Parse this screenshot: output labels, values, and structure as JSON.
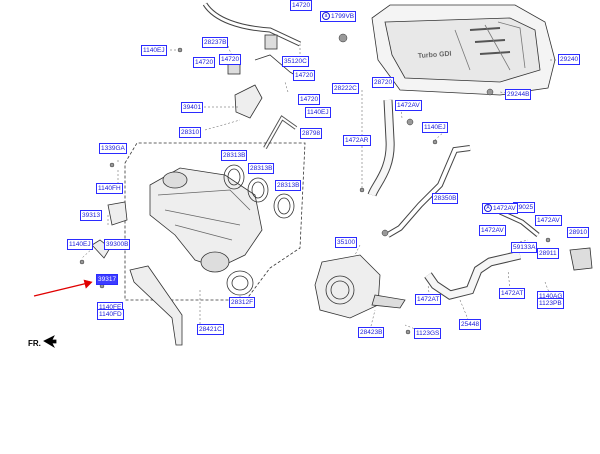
{
  "diagram": {
    "front_marker": "FR.",
    "accent_color": "#2b2bff",
    "highlight_color": "#3d3dff",
    "arrow_color": "#e00000",
    "labels": [
      {
        "id": "l1472b",
        "text": "14720"
      },
      {
        "id": "l1799",
        "text": "1799VB",
        "circle": "a"
      },
      {
        "id": "l28237",
        "text": "28237B"
      },
      {
        "id": "l1140ea",
        "text": "1140EJ"
      },
      {
        "id": "l1472c",
        "text": "14720"
      },
      {
        "id": "l1472d",
        "text": "14720"
      },
      {
        "id": "l35120",
        "text": "35120C"
      },
      {
        "id": "l29240",
        "text": "29240"
      },
      {
        "id": "l1472e",
        "text": "14720"
      },
      {
        "id": "l28222",
        "text": "28222C"
      },
      {
        "id": "l28720",
        "text": "28720"
      },
      {
        "id": "l29244",
        "text": "29244B"
      },
      {
        "id": "l1472f",
        "text": "14720"
      },
      {
        "id": "l1472av1",
        "text": "1472AV"
      },
      {
        "id": "l39401",
        "text": "39401"
      },
      {
        "id": "l1140eb",
        "text": "1140EJ"
      },
      {
        "id": "l1140ec",
        "text": "1140EJ"
      },
      {
        "id": "l28310",
        "text": "28310"
      },
      {
        "id": "l28798",
        "text": "28798"
      },
      {
        "id": "l1472ar",
        "text": "1472AR"
      },
      {
        "id": "l1339ga",
        "text": "1339GA"
      },
      {
        "id": "l28313a",
        "text": "28313B"
      },
      {
        "id": "l28313b",
        "text": "28313B"
      },
      {
        "id": "l28313c",
        "text": "28313B"
      },
      {
        "id": "l1140fh",
        "text": "1140FH"
      },
      {
        "id": "l28350",
        "text": "28350B"
      },
      {
        "id": "l39313",
        "text": "39313"
      },
      {
        "id": "l29025",
        "text": "29025"
      },
      {
        "id": "l1472av2",
        "text": "1472AV",
        "circle": "A"
      },
      {
        "id": "l1472av3",
        "text": "1472AV"
      },
      {
        "id": "l1472av4",
        "text": "1472AV"
      },
      {
        "id": "l28910",
        "text": "28910"
      },
      {
        "id": "l35100",
        "text": "35100"
      },
      {
        "id": "l1140ed",
        "text": "1140EJ"
      },
      {
        "id": "l39300",
        "text": "39300B"
      },
      {
        "id": "l59133",
        "text": "59133A"
      },
      {
        "id": "l28911",
        "text": "28911"
      },
      {
        "id": "l39317",
        "text": "39317"
      },
      {
        "id": "l1472at1",
        "text": "1472AT"
      },
      {
        "id": "l1472at2",
        "text": "1472AT"
      },
      {
        "id": "l1140ag",
        "text": "1140AG"
      },
      {
        "id": "l1140fe",
        "text": "1140FE"
      },
      {
        "id": "l1123pb",
        "text": "1123PB"
      },
      {
        "id": "l1140fd",
        "text": "1140FD"
      },
      {
        "id": "l28312",
        "text": "28312F"
      },
      {
        "id": "l25448",
        "text": "25448"
      },
      {
        "id": "l28421",
        "text": "28421C"
      },
      {
        "id": "l28423",
        "text": "28423B"
      },
      {
        "id": "l1123gs",
        "text": "1123GS"
      }
    ],
    "cover_text": "Turbo GDI"
  }
}
